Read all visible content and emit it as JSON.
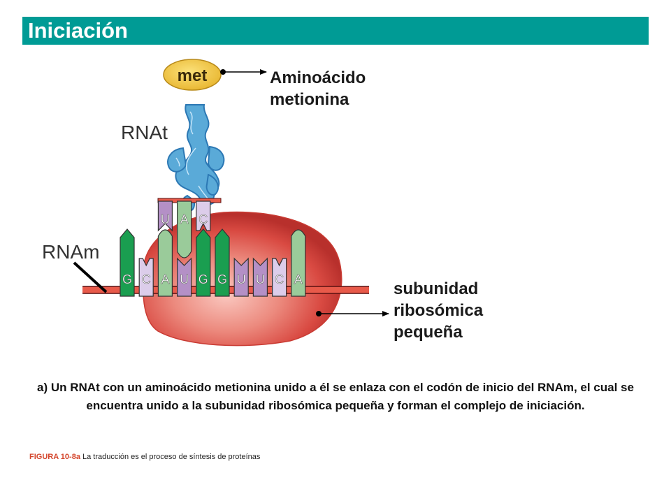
{
  "header": {
    "title": "Iniciación"
  },
  "diagram": {
    "met_label": "met",
    "trna_label": "RNAt",
    "mrna_label": "RNAm",
    "anticodon": [
      "U",
      "A",
      "C"
    ],
    "codons": [
      "G",
      "C",
      "A",
      "U",
      "G",
      "G",
      "U",
      "U",
      "C",
      "A"
    ],
    "callouts": {
      "aminoacid": [
        "Aminoácido",
        "metionina"
      ],
      "subunit": [
        "subunidad",
        "ribosómica",
        "pequeña"
      ]
    },
    "colors": {
      "A": "#9acb9a",
      "C": "#dccdea",
      "G": "#1a9e50",
      "U": "#b490c6",
      "ribosome": "#e05a50",
      "trna": "#5aaad8",
      "met": "#f0c23e",
      "header": "#009b95"
    }
  },
  "caption": {
    "text": "a) Un RNAt con un aminoácido metionina unido a él se enlaza con el codón de inicio del RNAm, el cual se encuentra unido a la subunidad ribosómica pequeña y forman el complejo de iniciación."
  },
  "figure": {
    "number": "FIGURA 10-8a",
    "text": "La traducción es el proceso de síntesis de proteínas"
  }
}
